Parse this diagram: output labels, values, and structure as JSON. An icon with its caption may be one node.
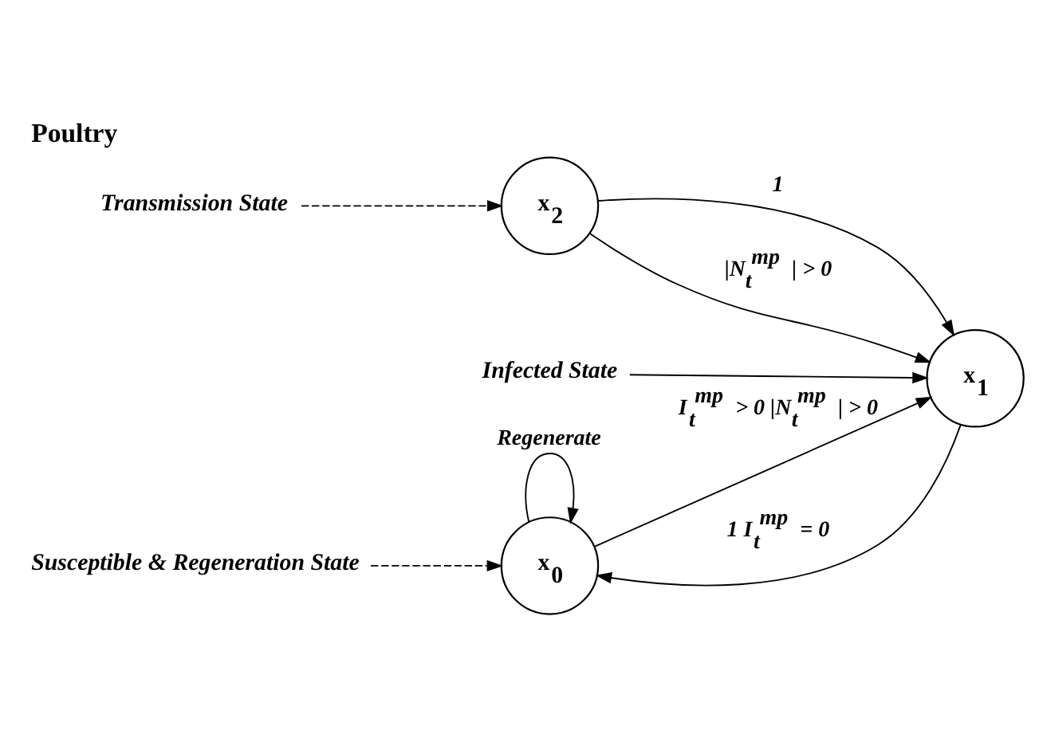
{
  "diagram": {
    "title": "Poultry",
    "nodes": [
      {
        "text": [
          "x$_{0}$"
        ]
      },
      {
        "text": [
          "x$_{1}$"
        ]
      },
      {
        "text": [
          "x$_{2}$"
        ]
      },
      {
        "text": [
          "Infected State"
        ]
      },
      {
        "text": [
          "Susceptible & Regeneration State"
        ]
      },
      {
        "text": [
          "Transmission State"
        ]
      }
    ],
    "edges": [
      {
        "from": 0,
        "to": 0,
        "arrow": "to",
        "label": "Regenerate"
      },
      {
        "from": 0,
        "to": 1,
        "arrow": "to",
        "label": "I$_{t}$$^{mp}$ > 0 |N$_{t}$$^{mp}$ | > 0"
      },
      {
        "from": 1,
        "to": 0,
        "arrow": "to",
        "label": "1 I$_{t}$$^{mp}$ = 0"
      },
      {
        "from": 2,
        "to": 1,
        "arrow": "to",
        "label": "1"
      },
      {
        "from": 2,
        "to": 1,
        "arrow": "to",
        "label": "|N$_{t}$$^{mp}$ | > 0"
      },
      {
        "from": 3,
        "to": 1,
        "arrow": "to"
      },
      {
        "from": 4,
        "to": 0,
        "arrow": "to",
        "style": "dashed"
      },
      {
        "from": 5,
        "to": 2,
        "arrow": "to",
        "style": "dashed"
      }
    ]
  }
}
